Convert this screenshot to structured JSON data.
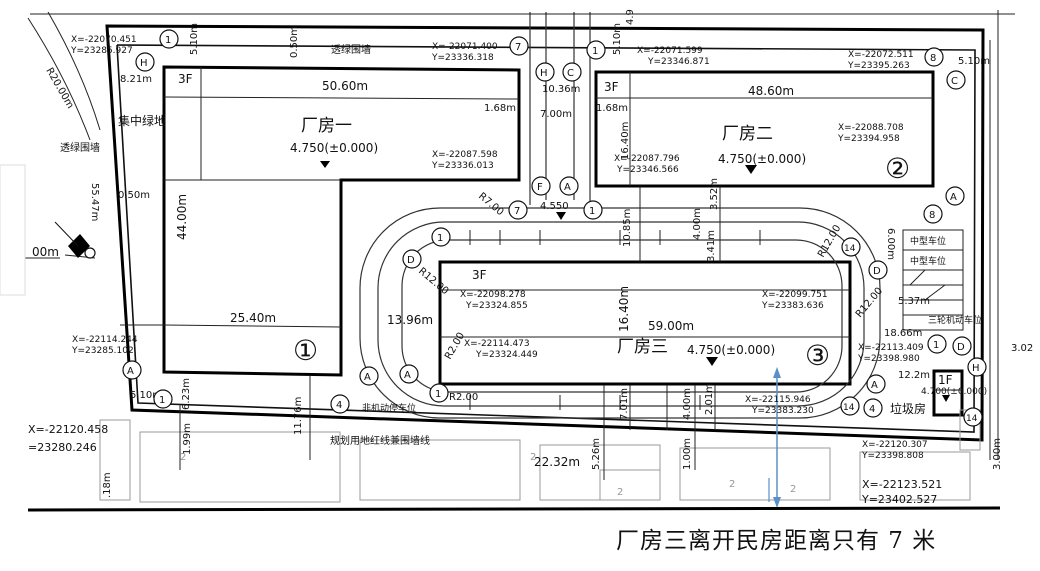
{
  "caption": "厂房三离开民房距离只有 7 米",
  "buildings": [
    {
      "name": "厂房一",
      "elev": "4.750(±0.000)",
      "floors": "3F",
      "width": "50.60m",
      "num": "①"
    },
    {
      "name": "厂房二",
      "elev": "4.750(±0.000)",
      "floors": "3F",
      "width": "48.60m",
      "num": "②"
    },
    {
      "name": "厂房三",
      "elev": "4.750(±0.000)",
      "floors": "3F",
      "width": "59.00m",
      "num": "③"
    },
    {
      "name": "垃圾房",
      "elev": "4.700(±0.000)",
      "floors": "1F"
    }
  ],
  "labels": {
    "wall_top": "透绿围墙",
    "wall_left": "透绿围墙",
    "green": "集中绿地",
    "redline": "规划用地红线兼围墙线",
    "nonmotor": "非机动停车位",
    "parking_mid1": "中型车位",
    "parking_mid2": "中型车位",
    "parking_3": "三轮机动车位",
    "center_elev": "4.550"
  },
  "coords": [
    "X=-22070.451",
    "Y=23285.927",
    "X=-22071.400",
    "Y=23336.318",
    "X=-22071.599",
    "Y=23346.871",
    "X=-22072.511",
    "Y=23395.263",
    "X=-22087.598",
    "Y=23336.013",
    "X=-22087.796",
    "Y=23346.566",
    "X=-22088.708",
    "Y=23394.958",
    "X=-22098.278",
    "Y=23324.855",
    "X=-22099.751",
    "Y=23383.636",
    "X=-22114.244",
    "Y=23285.102",
    "X=-22114.473",
    "Y=23324.449",
    "X=-22113.409",
    "Y=23398.980",
    "X=-22115.946",
    "Y=23383.230",
    "X=-22120.458",
    "=23280.246",
    "X=-22120.307",
    "Y=23398.808",
    "X=-22123.521",
    "Y=23402.527"
  ],
  "dims": {
    "d1": "5.10m",
    "d2": "0.50m",
    "d3": "8.21m",
    "d4": "R20.00m",
    "d5": "55.47m",
    "d6": "0.50m",
    "d7": "44.00m",
    "d8": "25.40m",
    "d9": "13.96m",
    "d10": "16.40m",
    "d11": "10.36m",
    "d12": "7.00m",
    "d13": "1.68m",
    "d14": "1.68m",
    "d15": "16.40m",
    "d16": "10.85m",
    "d17": "4.00m",
    "d18": "3.41m",
    "d19": "3.52m",
    "d20": "6.00m",
    "d21": "5.37m",
    "d22": "18.66m",
    "d23": "12.2m",
    "d24": "3.02",
    "d25": "5.10m",
    "d26": "6.23m",
    "d27": "1.99m",
    "d28": "11.76m",
    "d29": "5.26m",
    "d30": "7.01m",
    "d31": "4.00m",
    "d32": "2.01m",
    "d33": "1.00m",
    "d34": "22.32m",
    "d35": "3.00m",
    "d36": "R7.00",
    "d37": "R12.00",
    "d38": "R12.00",
    "d39": "R12.00",
    "d40": "R2.00",
    "d41": "R2.00",
    "d42": ".18m",
    "d43": "00m",
    "d44": "5.10m",
    "d45": "5.10m",
    "d46": "4.9",
    "d47": "2",
    "d48": "2",
    "d49": "2",
    "d50": "2",
    "d51": "2"
  },
  "markers": [
    "H",
    "C",
    "F",
    "A",
    "D",
    "1",
    "4",
    "7",
    "8",
    "14"
  ]
}
